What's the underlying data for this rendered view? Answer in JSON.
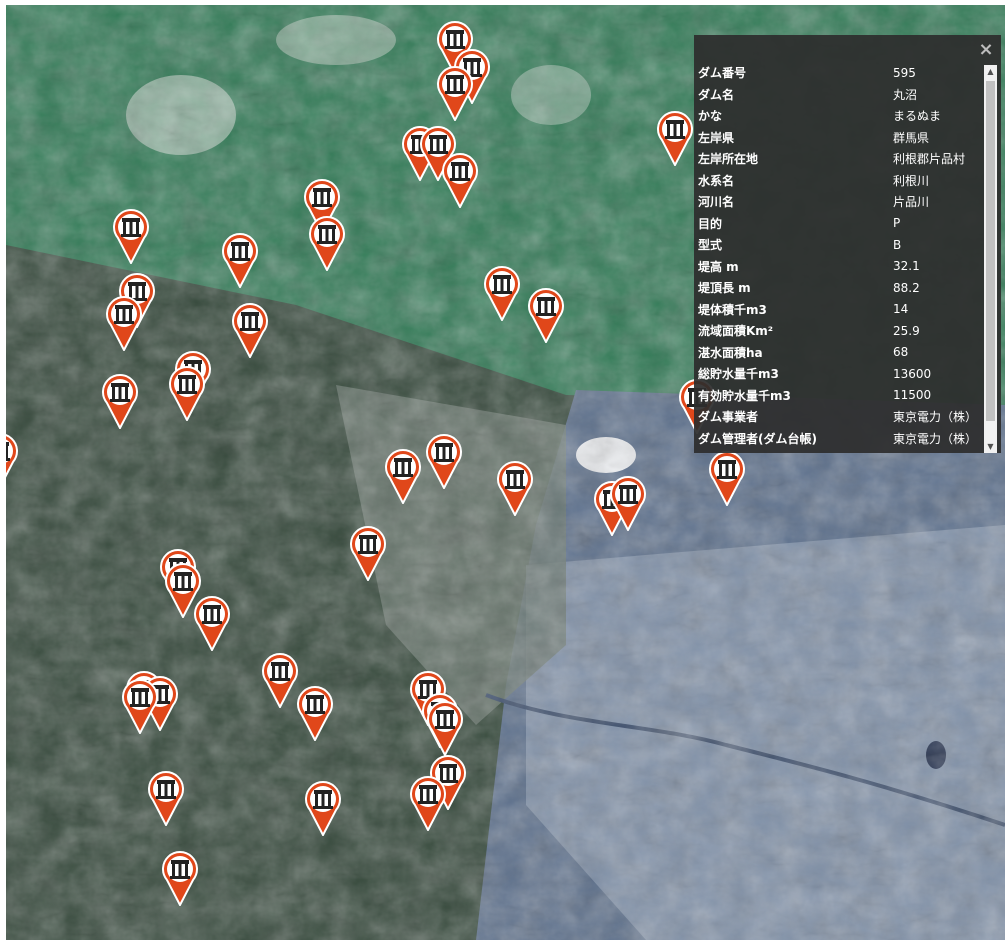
{
  "popup": {
    "close_label": "×",
    "rows": [
      {
        "key": "ダム番号",
        "value": "595"
      },
      {
        "key": "ダム名",
        "value": "丸沼"
      },
      {
        "key": "かな",
        "value": "まるぬま"
      },
      {
        "key": "左岸県",
        "value": "群馬県"
      },
      {
        "key": "左岸所在地",
        "value": "利根郡片品村"
      },
      {
        "key": "水系名",
        "value": "利根川"
      },
      {
        "key": "河川名",
        "value": "片品川"
      },
      {
        "key": "目的",
        "value": "P"
      },
      {
        "key": "型式",
        "value": "B"
      },
      {
        "key": "堤高 m",
        "value": "32.1"
      },
      {
        "key": "堤頂長 m",
        "value": "88.2"
      },
      {
        "key": "堤体積千m3",
        "value": "14"
      },
      {
        "key": "流域面積Km²",
        "value": "25.9"
      },
      {
        "key": "湛水面積ha",
        "value": "68"
      },
      {
        "key": "総貯水量千m3",
        "value": "13600"
      },
      {
        "key": "有効貯水量千m3",
        "value": "11500"
      },
      {
        "key": "ダム事業者",
        "value": "東京電力（株）"
      },
      {
        "key": "ダム管理者(ダム台帳)",
        "value": "東京電力（株）"
      }
    ]
  },
  "map": {
    "marker_color": "#e0471a",
    "marker_icon": "dam-icon",
    "marker_count": 54
  }
}
